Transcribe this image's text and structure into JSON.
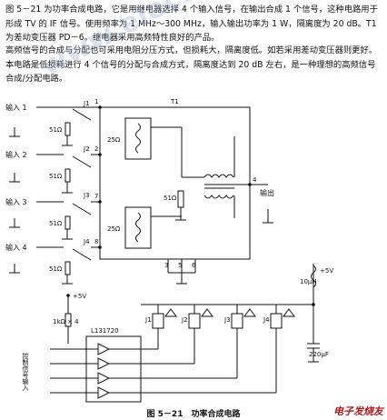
{
  "text": {
    "para1": "图 5－21 为功率合成电路，它是用继电器选择 4 个输入信号，在输出合成 1 个信号，这种电路用于形成 TV 的 IF 信号。使用频率为 1 MHz～300 MHz，输入输出功率为 1 W，隔离度为 20 dB。T1 为差动变压器 PD－6。继电器采用高频特性良好的产品。",
    "para2": "高频信号的合成与分配也可采用电阻分压方式，但损耗大，隔离度低。如若采用差动变压器则更好。本电路是低损耗进行 4 个信号的分配与合成方式，隔离度达到 20 dB 左右，是一种理想的高频信号合成/分配电路。",
    "caption": "图 5－21　功率合成电路",
    "watermark_logo": "电子发烧友",
    "watermark_url": "www.elecfans.com"
  },
  "labels": {
    "input1": "输入 1",
    "input2": "输入 2",
    "input3": "输入 3",
    "input4": "输入 4",
    "j1": "J1",
    "j2": "J2",
    "j3": "J3",
    "j4": "J4",
    "r51": "51Ω",
    "r25": "25Ω",
    "t1": "T1",
    "output": "输出",
    "pin1": "1",
    "pin2": "2",
    "pin3": "3",
    "pin4": "4",
    "pin5": "5",
    "pin6": "6",
    "pin7": "7",
    "pin8": "8",
    "plus5v": "+5V",
    "plus5v_right": "+5V",
    "r1k": "1kΩ × 4",
    "ic": "L131720",
    "control": "控制信号输入",
    "inductor": "10μH",
    "cap": "220μF"
  }
}
